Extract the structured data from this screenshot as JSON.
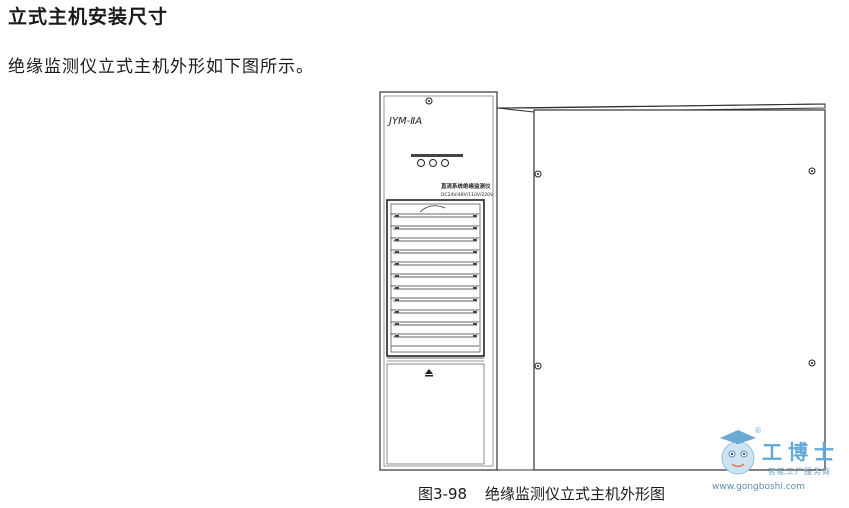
{
  "document": {
    "heading": "立式主机安装尺寸",
    "paragraph": "绝缘监测仪立式主机外形如下图所示。",
    "figure": {
      "device_model": "JYM-ⅡA",
      "panel_label_line1": "直流系统绝缘监测仪",
      "panel_label_line2": "DC24V/48V/110V/220V"
    },
    "caption": {
      "number": "图3-98",
      "text": "绝缘监测仪立式主机外形图"
    }
  },
  "watermark": {
    "name": "工博士",
    "tagline": "智能工厂服务商",
    "url": "www.gongboshi.com",
    "registered": "®"
  }
}
